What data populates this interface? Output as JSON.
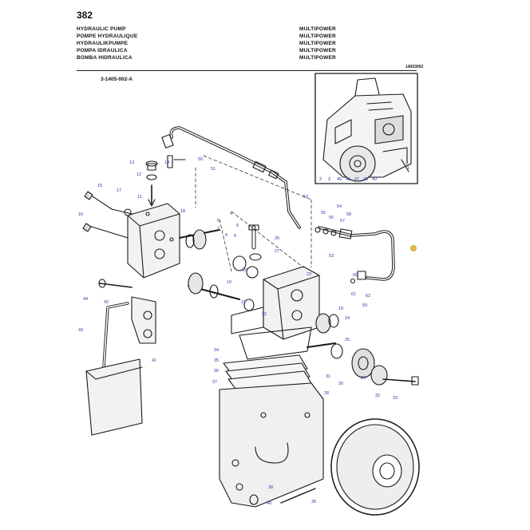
{
  "page_number": "382",
  "titles_left": [
    "HYDRAULIC PUMP",
    "POMPE HYDRAULIQUE",
    "HYDRAULIKPUMPE",
    "POMPA IDRAULICA",
    "BOMBA HIDRAULICA"
  ],
  "titles_right": [
    "MULTIPOWER",
    "MULTIPOWER",
    "MULTIPOWER",
    "MULTIPOWER",
    "MULTIPOWER"
  ],
  "document_code": "14053002",
  "figure_ref": "3-1405-002-A",
  "callouts": [
    "1",
    "2",
    "3",
    "4",
    "5",
    "6",
    "7",
    "8",
    "9",
    "10",
    "11",
    "12",
    "13",
    "14",
    "15",
    "16",
    "17",
    "18",
    "19",
    "20",
    "21",
    "22",
    "23",
    "24",
    "25",
    "26",
    "27",
    "28",
    "29",
    "30",
    "31",
    "32",
    "33",
    "34",
    "35",
    "36",
    "37",
    "38",
    "39",
    "40",
    "41",
    "42",
    "43",
    "44",
    "45",
    "46",
    "47",
    "48",
    "49",
    "50",
    "51",
    "52",
    "53",
    "54",
    "55",
    "56",
    "57",
    "58",
    "59",
    "60",
    "61",
    "62"
  ],
  "colors": {
    "ink": "#1a1a1a",
    "callout_text": "#2a3da8",
    "marker": "#e8c040"
  }
}
